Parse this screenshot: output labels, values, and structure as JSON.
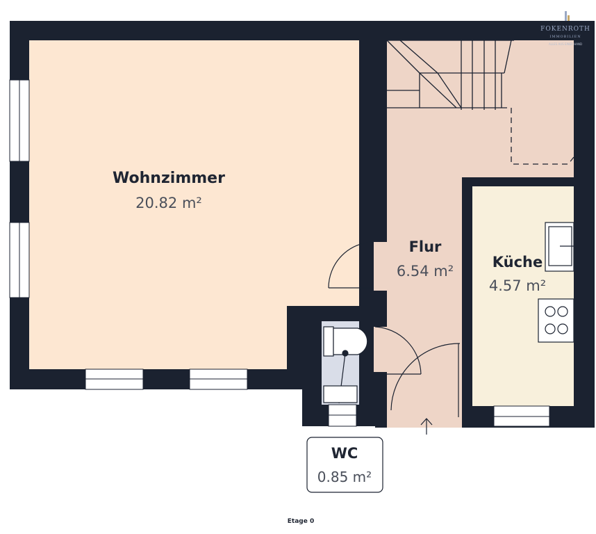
{
  "colors": {
    "wall": "#1b2230",
    "living": "#fde7d2",
    "hall": "#eed5c7",
    "kitchen": "#f8f0dc",
    "wc": "#d9dde8",
    "line": "#1b2230",
    "window": "#ffffff"
  },
  "logo": {
    "name": "FOKENROTH",
    "subtitle": "IMMOBILIEN",
    "tagline": "ALLES AUS EINER HAND"
  },
  "rooms": {
    "wohnzimmer": {
      "name": "Wohnzimmer",
      "area": "20.82 m²"
    },
    "flur": {
      "name": "Flur",
      "area": "6.54 m²"
    },
    "kueche": {
      "name": "Küche",
      "area": "4.57 m²"
    },
    "wc": {
      "name": "WC",
      "area": "0.85 m²"
    }
  },
  "floor_label": "Etage 0"
}
